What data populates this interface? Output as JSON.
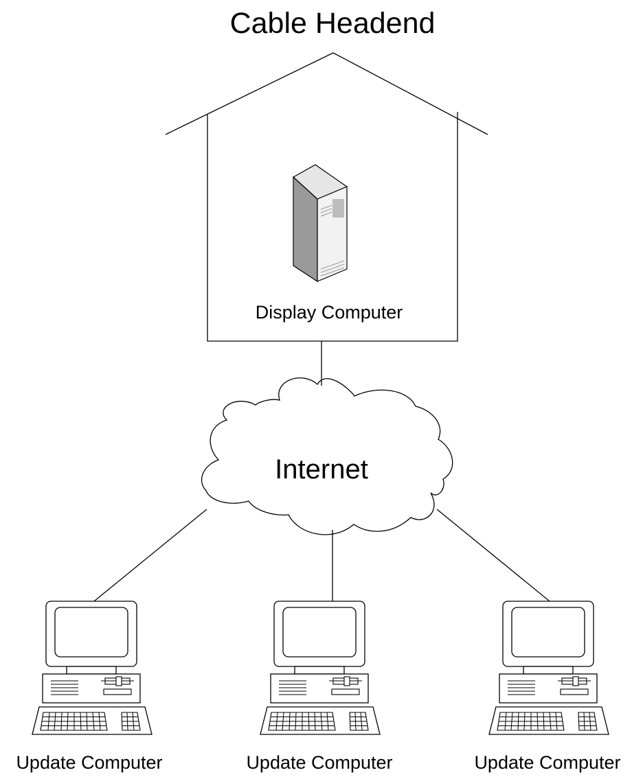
{
  "headend": {
    "title": "Cable Headend"
  },
  "server": {
    "label": "Display Computer",
    "icon": "server-tower-icon"
  },
  "cloud": {
    "label": "Internet",
    "icon": "cloud-icon"
  },
  "clients": [
    {
      "label": "Update Computer",
      "icon": "desktop-computer-icon"
    },
    {
      "label": "Update Computer",
      "icon": "desktop-computer-icon"
    },
    {
      "label": "Update Computer",
      "icon": "desktop-computer-icon"
    }
  ]
}
